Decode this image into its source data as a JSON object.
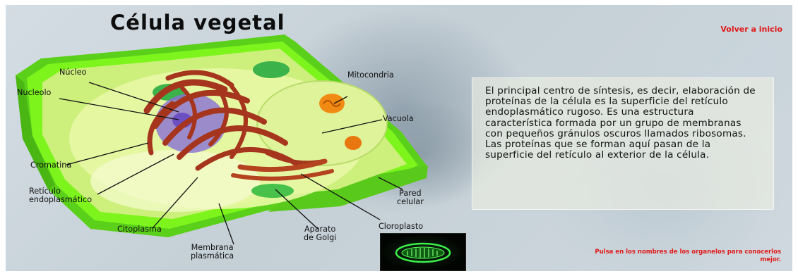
{
  "page": {
    "title": "Célula vegetal",
    "back_link": "Volver a inicio",
    "hint": "Pulsa en los nombres de los organelos para conocerlos mejor."
  },
  "info": {
    "text": "El principal centro de síntesis, es decir, elaboración de proteínas de la célula es la superficie del retículo endoplasmático rugoso. Es una estructura característica formada por un grupo de membranas con pequeños gránulos oscuros llamados ribosomas. Las proteínas que se forman aquí pasan de la superficie del retículo al exterior de la célula."
  },
  "labels": {
    "nucleo": "Núcleo",
    "nucleolo": "Nucleolo",
    "cromatina": "Cromatina",
    "reticulo_1": "Retículo",
    "reticulo_2": "endoplasmático",
    "citoplasma": "Citoplasma",
    "membrana_1": "Membrana",
    "membrana_2": "plasmática",
    "aparato_1": "Aparato",
    "aparato_2": "de Golgi",
    "cloroplasto": "Cloroplasto",
    "pared_1": "Pared",
    "pared_2": "celular",
    "vacuola": "Vacuola",
    "mitocondria": "Mitocondria"
  },
  "colors": {
    "link": "#e11a1a",
    "cell_wall": "#7df51d",
    "cytoplasm": "#e9f7a6",
    "reticulum": "#a5361d",
    "nucleus": "#8a6fd6",
    "mitochondria": "#e8770f"
  }
}
